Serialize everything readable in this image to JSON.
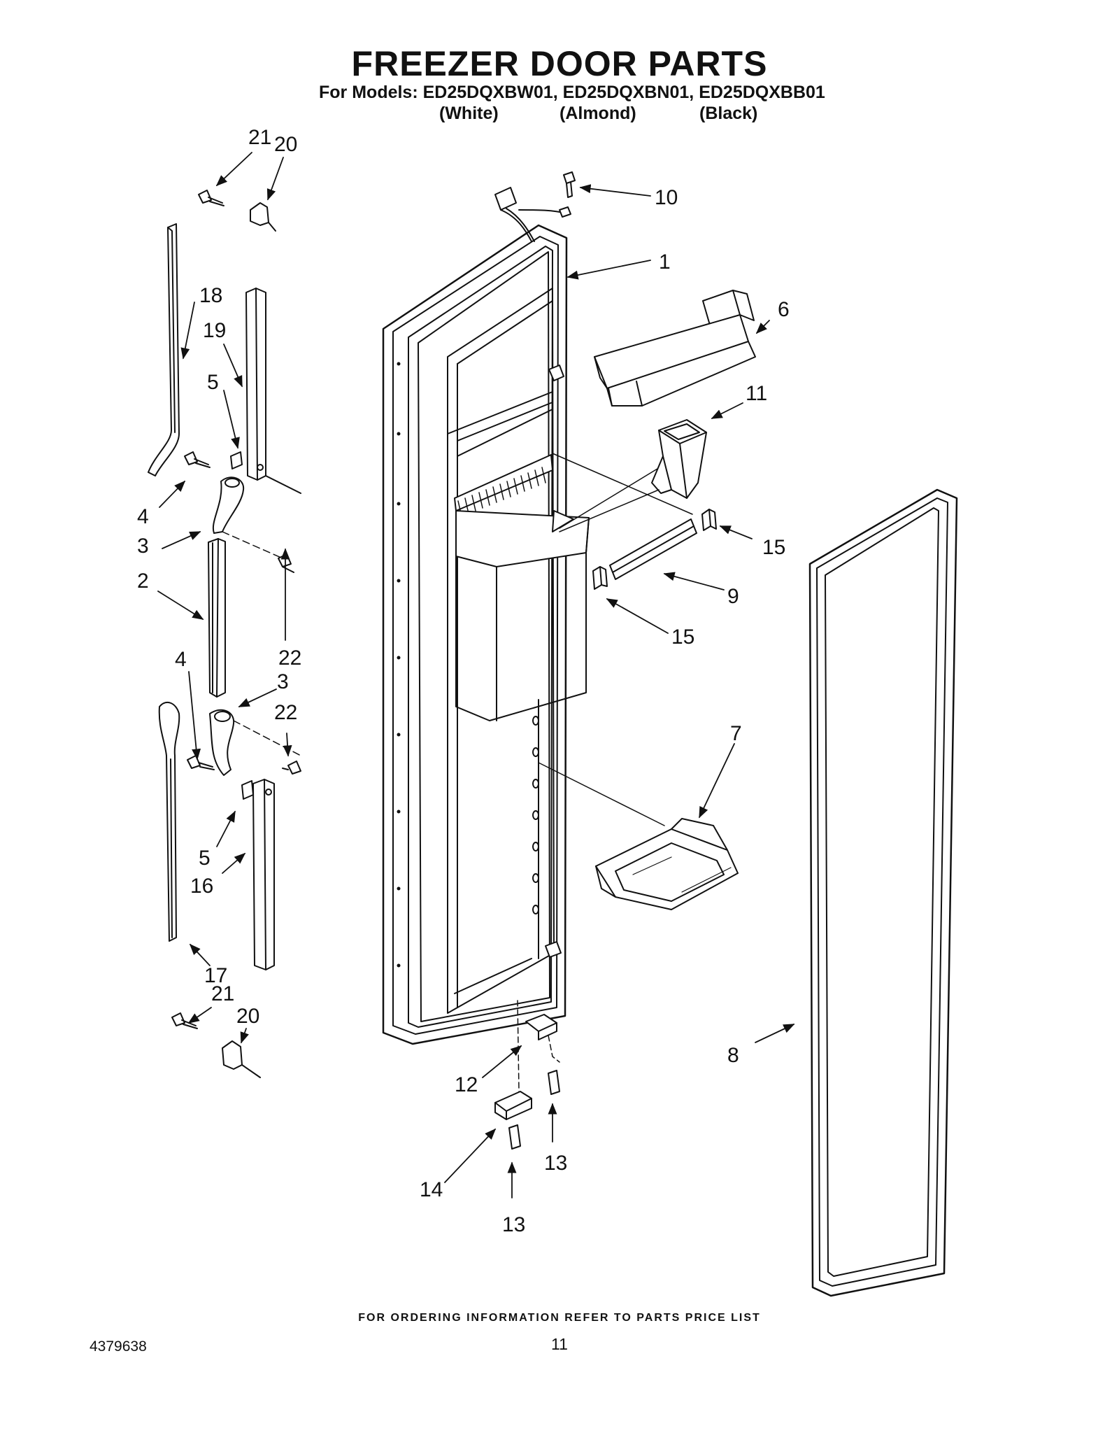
{
  "header": {
    "title": "FREEZER DOOR PARTS",
    "models": "For Models: ED25DQXBW01, ED25DQXBN01, ED25DQXBB01",
    "colors": [
      "(White)",
      "(Almond)",
      "(Black)"
    ]
  },
  "callouts": [
    {
      "id": "c21a",
      "label": "21"
    },
    {
      "id": "c20a",
      "label": "20"
    },
    {
      "id": "c10",
      "label": "10"
    },
    {
      "id": "c1",
      "label": "1"
    },
    {
      "id": "c18",
      "label": "18"
    },
    {
      "id": "c19",
      "label": "19"
    },
    {
      "id": "c6",
      "label": "6"
    },
    {
      "id": "c5a",
      "label": "5"
    },
    {
      "id": "c11",
      "label": "11"
    },
    {
      "id": "c4a",
      "label": "4"
    },
    {
      "id": "c3a",
      "label": "3"
    },
    {
      "id": "c15a",
      "label": "15"
    },
    {
      "id": "c2",
      "label": "2"
    },
    {
      "id": "c9",
      "label": "9"
    },
    {
      "id": "c15b",
      "label": "15"
    },
    {
      "id": "c4b",
      "label": "4"
    },
    {
      "id": "c22a",
      "label": "22"
    },
    {
      "id": "c3b",
      "label": "3"
    },
    {
      "id": "c22b",
      "label": "22"
    },
    {
      "id": "c7",
      "label": "7"
    },
    {
      "id": "c5b",
      "label": "5"
    },
    {
      "id": "c16",
      "label": "16"
    },
    {
      "id": "c17",
      "label": "17"
    },
    {
      "id": "c21b",
      "label": "21"
    },
    {
      "id": "c20b",
      "label": "20"
    },
    {
      "id": "c8",
      "label": "8"
    },
    {
      "id": "c12",
      "label": "12"
    },
    {
      "id": "c14",
      "label": "14"
    },
    {
      "id": "c13a",
      "label": "13"
    },
    {
      "id": "c13b",
      "label": "13"
    }
  ],
  "footer": {
    "note": "FOR ORDERING INFORMATION REFER TO PARTS PRICE LIST",
    "doc_number": "4379638",
    "page_number": "11"
  }
}
